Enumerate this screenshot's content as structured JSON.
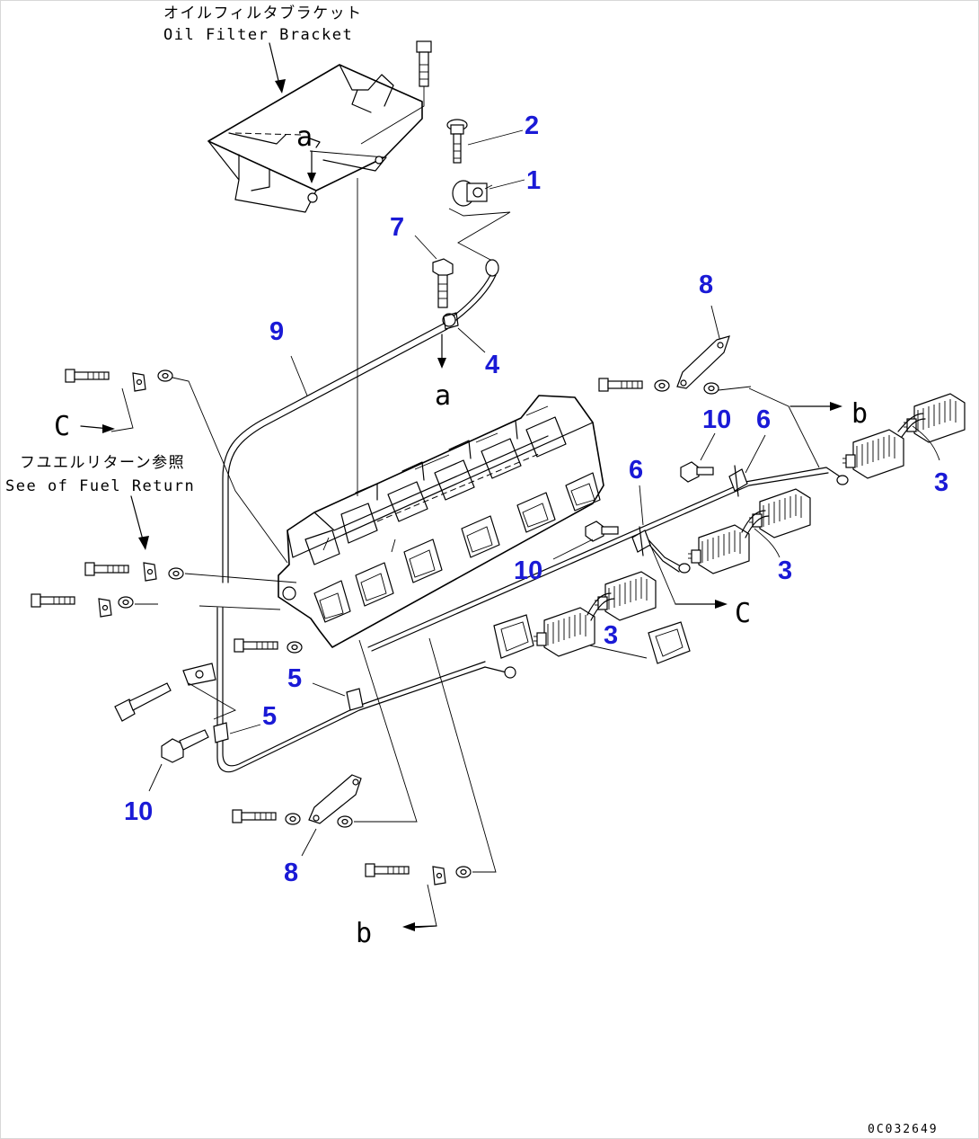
{
  "labels": {
    "oil_filter_bracket_jp": "オイルフィルタブラケット",
    "oil_filter_bracket_en": "Oil Filter Bracket",
    "fuel_return_jp": "フユエルリターン参照",
    "fuel_return_en": "See of Fuel Return"
  },
  "drawing_code": "0C032649",
  "part_numbers": [
    "1",
    "2",
    "3",
    "4",
    "5",
    "6",
    "7",
    "8",
    "9",
    "10"
  ],
  "reference_letters": [
    "a",
    "b",
    "C"
  ],
  "colors": {
    "callout": "#1a1ad6",
    "linework": "#000000",
    "background": "#ffffff"
  }
}
